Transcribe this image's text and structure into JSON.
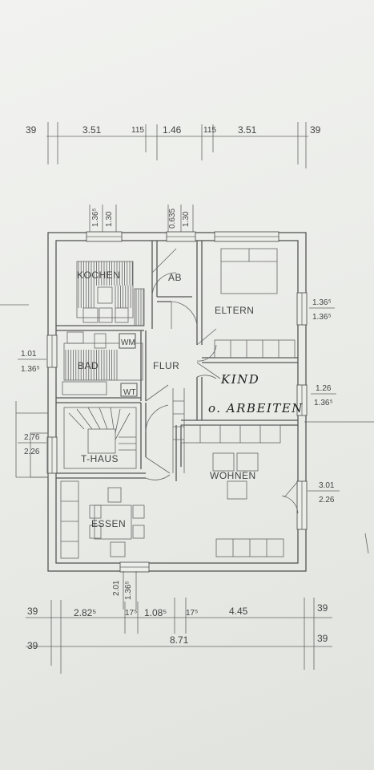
{
  "top_dims": [
    "39",
    "3.51",
    "115",
    "1.46",
    "115",
    "3.51",
    "39"
  ],
  "vertical_dims": {
    "kitchen_window": [
      "1.36⁵",
      "1.30"
    ],
    "ab_window": [
      "0.635",
      "1.30"
    ],
    "essen_window": [
      "2.01",
      "1.36⁵"
    ]
  },
  "side_dims": {
    "left_bad": [
      "1.01",
      "1.36⁵"
    ],
    "left_thaus": [
      "2.76",
      "2.26"
    ],
    "right_eltern": [
      "1.36⁵",
      "1.36⁵"
    ],
    "right_kind": [
      "1.26",
      "1.36⁵"
    ],
    "right_wohnen": [
      "3.01",
      "2.26"
    ]
  },
  "rooms": {
    "kochen": "KOCHEN",
    "ab": "AB",
    "eltern": "ELTERN",
    "bad": "BAD",
    "wm": "WM",
    "wt": "WT",
    "flur": "FLUR",
    "kind_line1": "KIND",
    "kind_line2": "o. ARBEITEN",
    "thaus": "T-HAUS",
    "wohnen": "WOHNEN",
    "essen": "ESSEN"
  },
  "bottom_dims": {
    "row1": [
      "39",
      "2.82⁵",
      "17⁵",
      "1.08⁵",
      "17⁵",
      "4.45",
      "39"
    ],
    "row2": [
      "39",
      "8.71",
      "39"
    ]
  }
}
